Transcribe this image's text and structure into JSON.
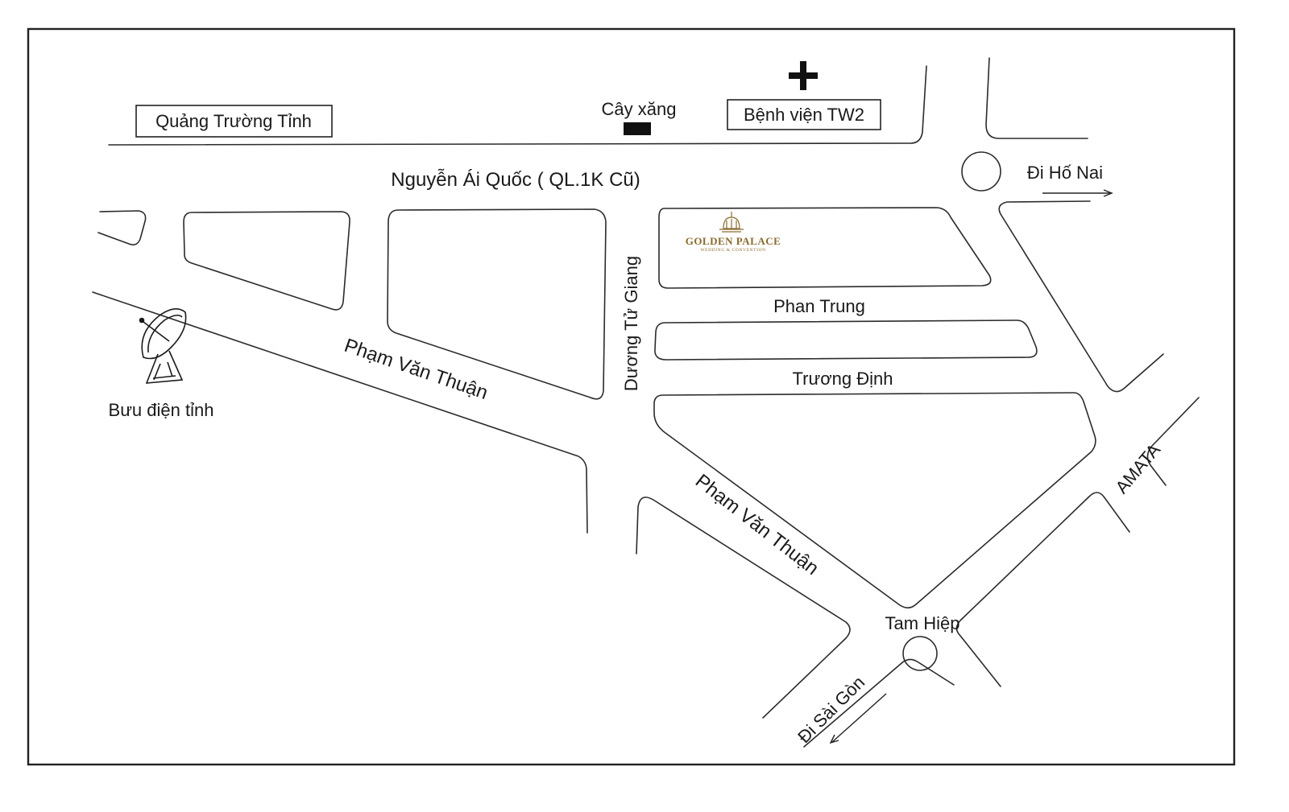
{
  "labels": {
    "quang_truong": "Quảng Trường Tỉnh",
    "cay_xang": "Cây xăng",
    "benh_vien": "Bệnh viện TW2",
    "nguyen_ai_quoc": "Nguyễn Ái Quốc ( QL.1K Cũ)",
    "di_ho_nai": "Đi Hố Nai",
    "duong_tu_giang": "Dương Tử Giang",
    "phan_trung": "Phan Trung",
    "truong_dinh": "Trương Định",
    "pham_van_thuan_1": "Phạm Văn Thuận",
    "pham_van_thuan_2": "Phạm Văn Thuận",
    "buu_dien": "Bưu điện tỉnh",
    "amata": "AMATA",
    "tam_hiep": "Tam Hiệp",
    "di_sai_gon": "Đi Sài Gòn"
  },
  "logo": {
    "title": "Golden Palace",
    "subtitle": "Wedding & Convention",
    "color": "#8a6a2e"
  },
  "icons": {
    "hospital": "hospital-cross-icon",
    "gas_station": "gas-station-icon",
    "post_office": "satellite-dish-icon",
    "roundabout": "roundabout-icon",
    "direction": "arrow-icon"
  },
  "colors": {
    "line": "#2b2b2b",
    "background": "#ffffff"
  }
}
